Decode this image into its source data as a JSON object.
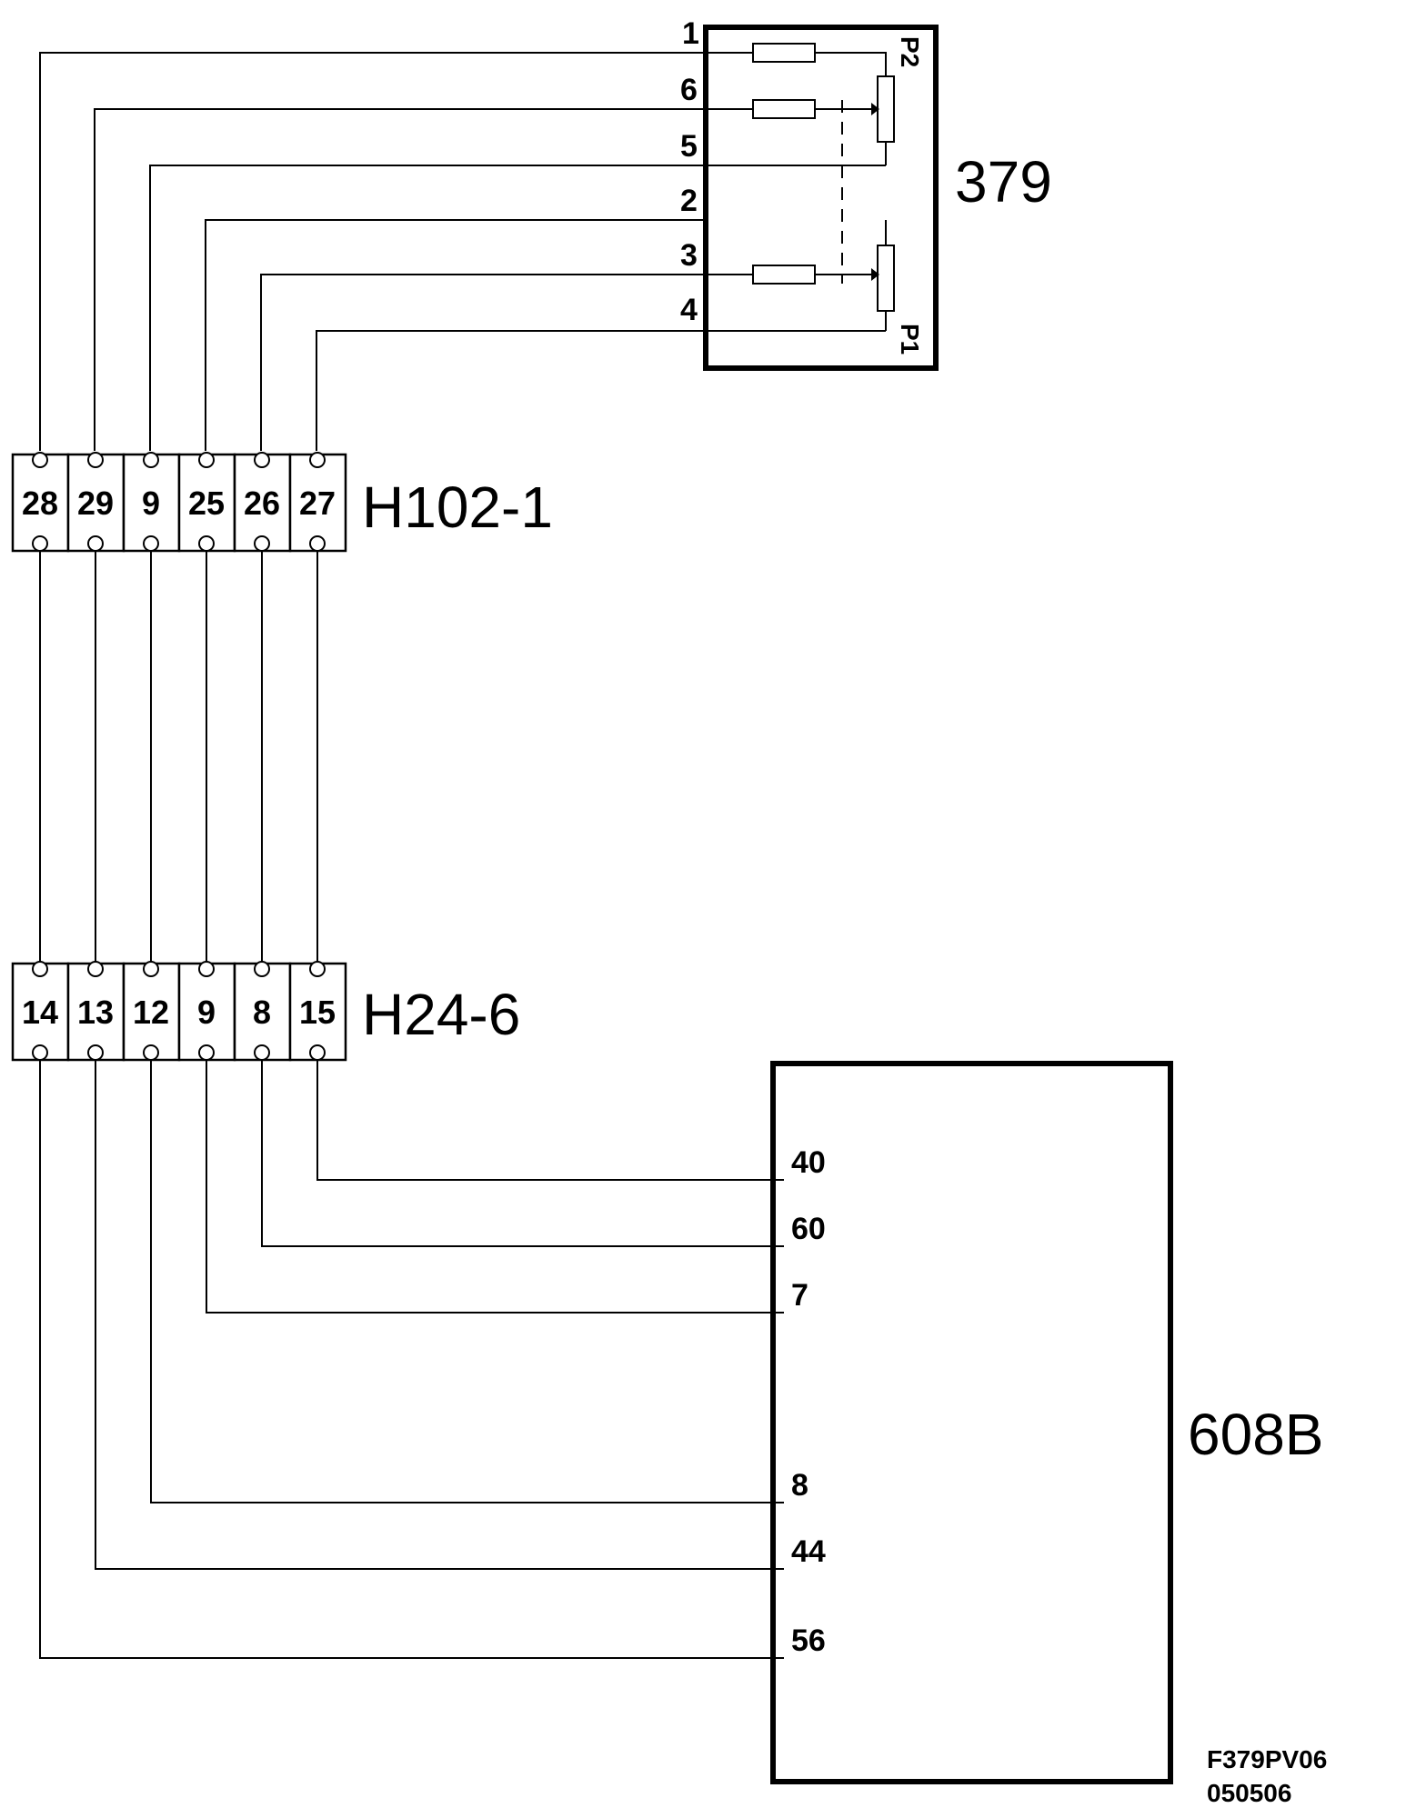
{
  "component_379": {
    "label": "379",
    "pot_upper": "P2",
    "pot_lower": "P1",
    "pins": [
      "1",
      "6",
      "5",
      "2",
      "3",
      "4"
    ]
  },
  "connector_h102": {
    "label": "H102-1",
    "terminals": [
      "28",
      "29",
      "9",
      "25",
      "26",
      "27"
    ]
  },
  "connector_h24": {
    "label": "H24-6",
    "terminals": [
      "14",
      "13",
      "12",
      "9",
      "8",
      "15"
    ]
  },
  "component_608b": {
    "label": "608B",
    "pins": [
      "40",
      "60",
      "7",
      "8",
      "44",
      "56"
    ]
  },
  "footer": {
    "code": "F379PV06",
    "date": "050506"
  }
}
